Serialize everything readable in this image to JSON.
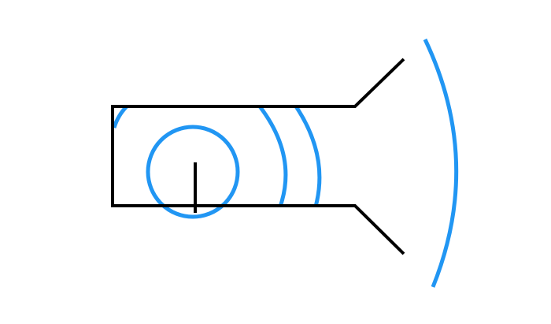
{
  "colors": {
    "outline": "#000000",
    "wave": "#2196f3",
    "background": "#ffffff"
  },
  "icons": {
    "horn": "horn-outline",
    "source": "sound-source-line",
    "waves": "wavefront-arcs"
  }
}
